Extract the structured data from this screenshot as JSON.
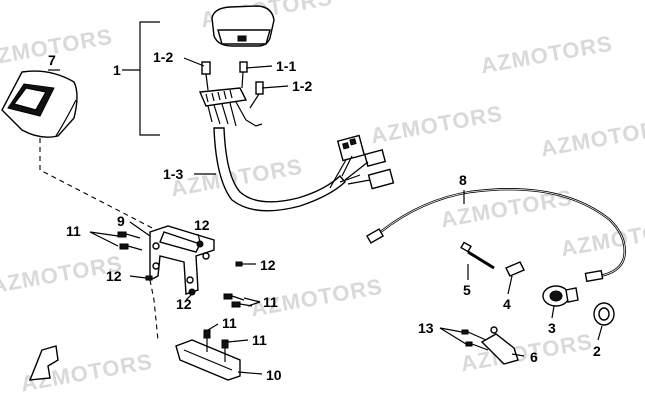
{
  "watermark": "AZMOTORS",
  "labels": {
    "p1": "1",
    "p1_1": "1-1",
    "p1_2a": "1-2",
    "p1_2b": "1-2",
    "p1_3": "1-3",
    "p2": "2",
    "p3": "3",
    "p4": "4",
    "p5": "5",
    "p6": "6",
    "p7": "7",
    "p8": "8",
    "p9": "9",
    "p10": "10",
    "p11a": "11",
    "p11b": "11",
    "p11c": "11",
    "p11d": "11",
    "p12a": "12",
    "p12b": "12",
    "p12c": "12",
    "p12d": "12",
    "p13": "13"
  },
  "colors": {
    "ink": "#000000",
    "watermark": "#d9d9d9",
    "background": "#ffffff"
  }
}
